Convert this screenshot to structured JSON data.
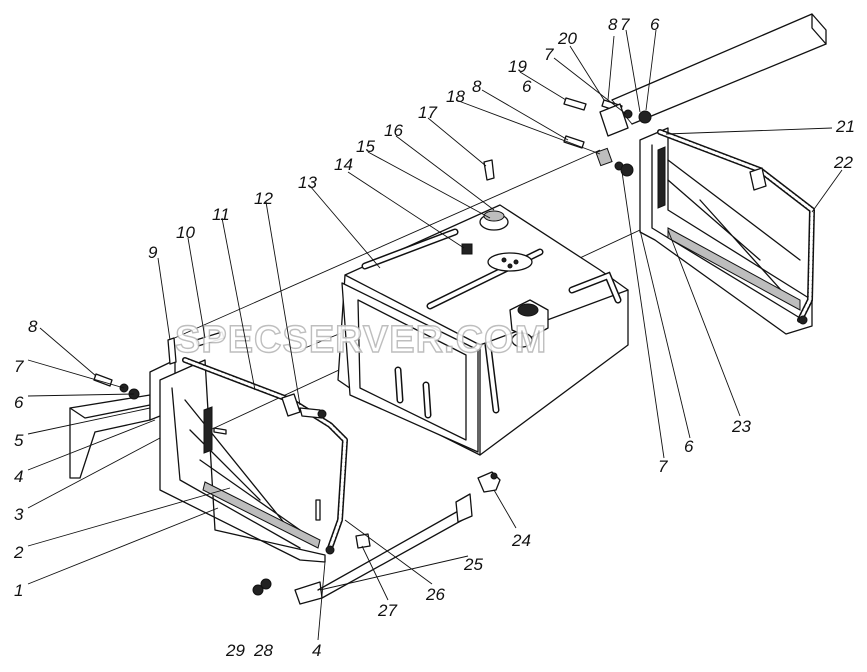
{
  "watermark": "SPECSERVER.COM",
  "callouts": [
    {
      "id": "c1",
      "text": "1"
    },
    {
      "id": "c2",
      "text": "2"
    },
    {
      "id": "c3",
      "text": "3"
    },
    {
      "id": "c4a",
      "text": "4"
    },
    {
      "id": "c4b",
      "text": "4"
    },
    {
      "id": "c5",
      "text": "5"
    },
    {
      "id": "c6a",
      "text": "6"
    },
    {
      "id": "c6b",
      "text": "6"
    },
    {
      "id": "c6c",
      "text": "6"
    },
    {
      "id": "c6d",
      "text": "6"
    },
    {
      "id": "c7a",
      "text": "7"
    },
    {
      "id": "c7b",
      "text": "7"
    },
    {
      "id": "c7c",
      "text": "7"
    },
    {
      "id": "c7d",
      "text": "7"
    },
    {
      "id": "c8a",
      "text": "8"
    },
    {
      "id": "c8b",
      "text": "8"
    },
    {
      "id": "c8c",
      "text": "8"
    },
    {
      "id": "c9",
      "text": "9"
    },
    {
      "id": "c10",
      "text": "10"
    },
    {
      "id": "c11",
      "text": "11"
    },
    {
      "id": "c12",
      "text": "12"
    },
    {
      "id": "c13",
      "text": "13"
    },
    {
      "id": "c14",
      "text": "14"
    },
    {
      "id": "c15",
      "text": "15"
    },
    {
      "id": "c16",
      "text": "16"
    },
    {
      "id": "c17",
      "text": "17"
    },
    {
      "id": "c18",
      "text": "18"
    },
    {
      "id": "c19",
      "text": "19"
    },
    {
      "id": "c20",
      "text": "20"
    },
    {
      "id": "c21",
      "text": "21"
    },
    {
      "id": "c22",
      "text": "22"
    },
    {
      "id": "c23",
      "text": "23"
    },
    {
      "id": "c24",
      "text": "24"
    },
    {
      "id": "c25",
      "text": "25"
    },
    {
      "id": "c26",
      "text": "26"
    },
    {
      "id": "c27",
      "text": "27"
    },
    {
      "id": "c28",
      "text": "28"
    },
    {
      "id": "c29",
      "text": "29"
    }
  ]
}
